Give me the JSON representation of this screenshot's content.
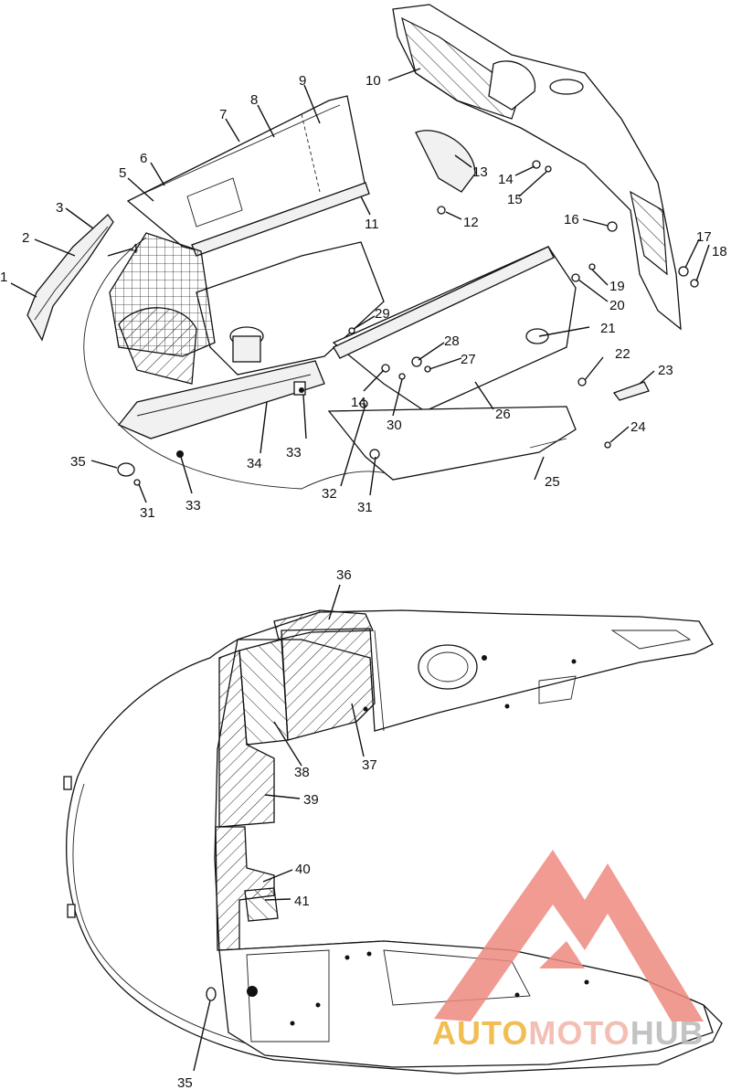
{
  "callouts_top": [
    "1",
    "2",
    "3",
    "4",
    "5",
    "6",
    "7",
    "8",
    "9",
    "10",
    "11",
    "12",
    "13",
    "14",
    "15",
    "16",
    "17",
    "18",
    "19",
    "20",
    "21",
    "22",
    "23",
    "24",
    "25",
    "26",
    "27",
    "28",
    "29",
    "30",
    "31",
    "32",
    "33",
    "34",
    "35",
    "33",
    "31",
    "14"
  ],
  "callouts_bottom": [
    "36",
    "37",
    "38",
    "39",
    "40",
    "41",
    "35"
  ],
  "watermark": {
    "prefix": "AUTO",
    "middle": "MOTO",
    "suffix": "HUB",
    "color_prefix": "#f0b234",
    "color_middle": "#f2b5a8",
    "color_suffix": "#b9b9b9",
    "logo_color": "#ee8a80"
  }
}
